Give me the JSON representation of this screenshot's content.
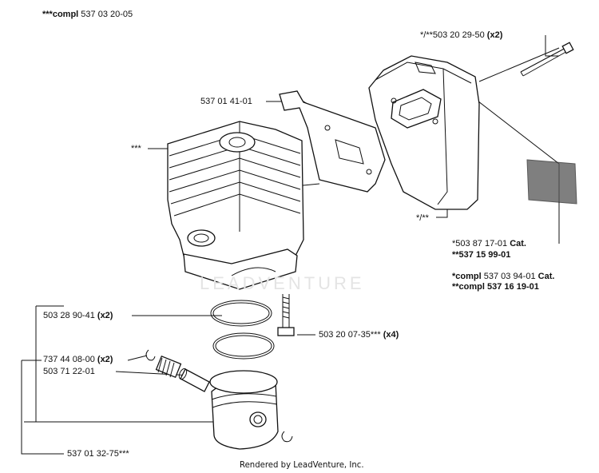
{
  "title": {
    "prefix": "***compl",
    "number": " 537 03 20-05"
  },
  "footer": "Rendered by LeadVenture, Inc.",
  "watermark": "LEADVENTURE",
  "parts": {
    "muffler_bolt": {
      "number": "*/**503 20 29-50",
      "qty": "(x2)"
    },
    "gasket": {
      "number": "537 01 41-01"
    },
    "cylinder": {
      "number": "***"
    },
    "muffler": {
      "number": "*/**"
    },
    "cat_screen": {
      "number": "*503 87 17-01",
      "suffix": "Cat.",
      "number2": "**537 15 99-01"
    },
    "muffler_compl": {
      "line1_prefix": "*compl",
      "line1_number": " 537 03 94-01",
      "line1_suffix": " Cat.",
      "line2": "**compl 537 16 19-01"
    },
    "piston_ring": {
      "number": "503 28 90-41",
      "qty": "(x2)"
    },
    "cylinder_screw": {
      "number": "503 20 07-35***",
      "qty": "(x4)"
    },
    "circlip": {
      "number": "737 44 08-00",
      "qty": "(x2)"
    },
    "needle_bearing": {
      "number": "503 71 22-01"
    },
    "piston_kit": {
      "number": "537 01 32-75***"
    }
  }
}
